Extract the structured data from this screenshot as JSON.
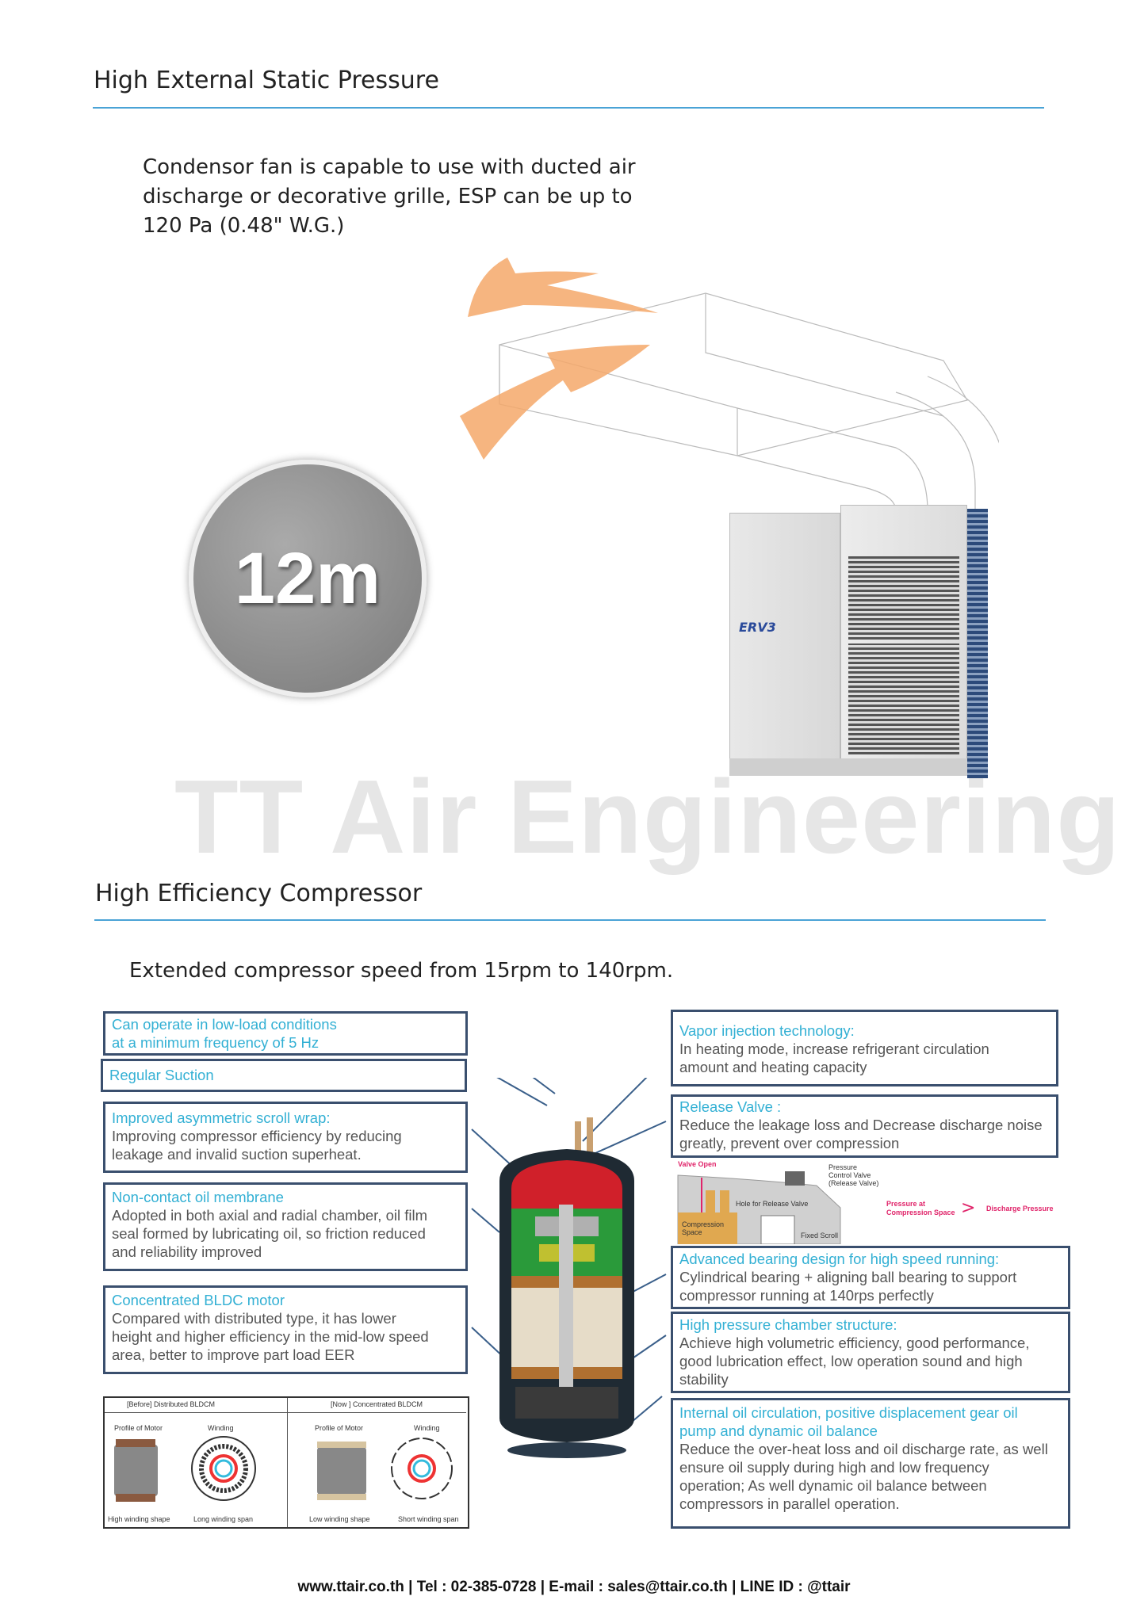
{
  "section1": {
    "title": "High External Static Pressure",
    "intro_lines": [
      "Condensor fan is capable to use with ducted air",
      "discharge or decorative grille, ESP can be up to",
      "120 Pa (0.48\" W.G.)"
    ],
    "badge": "12m",
    "unit_label": "ERV3"
  },
  "watermark": "TT Air Engineering",
  "section2": {
    "title": "High Efficiency Compressor",
    "intro": "Extended compressor speed from 15rpm to 140rpm.",
    "left_boxes": [
      {
        "title_lines": [
          "Can operate  in low-load conditions",
          "at a minimum  frequency of 5 Hz"
        ],
        "body_lines": []
      },
      {
        "title_lines": [
          "Regular Suction"
        ],
        "body_lines": []
      },
      {
        "title_lines": [
          "Improved  asymmetric scroll wrap:"
        ],
        "body_lines": [
          "Improving  compressor efficiency by reducing",
          "leakage and invalid suction superheat."
        ]
      },
      {
        "title_lines": [
          "Non-contact oil membrane"
        ],
        "body_lines": [
          "Adopted  in both axial and radial chamber, oil film",
          "seal formed by lubricating oil, so friction reduced",
          "and reliability improved"
        ]
      },
      {
        "title_lines": [
          "Concentrated BLDC motor"
        ],
        "body_lines": [
          "Compared  with distributed type,  it has lower",
          "height and higher efficiency in the mid-low speed",
          "area, better to improve part load EER"
        ]
      }
    ],
    "right_boxes": [
      {
        "title_lines": [
          "Vapor injection technology:"
        ],
        "body_lines": [
          "In heating mode,  increase refrigerant circulation",
          "amount  and heating capacity"
        ]
      },
      {
        "title_lines": [
          "Release Valve :"
        ],
        "body_lines": [
          "Reduce the leakage loss and Decrease discharge noise",
          "greatly, prevent  over compression"
        ]
      },
      {
        "title_lines": [
          "Advanced bearing design for high speed running:"
        ],
        "body_lines": [
          "Cylindrical bearing + aligning ball bearing to support",
          "compressor running  at 140rps perfectly"
        ]
      },
      {
        "title_lines": [
          "High pressure chamber structure:"
        ],
        "body_lines": [
          "Achieve high volumetric  efficiency, good performance,",
          "good lubrication effect, low operation sound and high",
          "stability"
        ]
      },
      {
        "title_lines": [
          "Internal oil circulation, positive displacement gear oil",
          "pump  and dynamic  oil balance"
        ],
        "body_lines": [
          "Reduce the over-heat loss and oil discharge rate, as well",
          "ensure oil supply during  high and low frequency",
          "operation; As well dynamic oil balance between",
          "compressors in parallel operation."
        ]
      }
    ],
    "valve_diagram": {
      "valve_open": "Valve Open",
      "control_valve": [
        "Pressure",
        "Control Valve",
        "(Release Valve)"
      ],
      "hole": "Hole for Release Valve",
      "compression_space": [
        "Compression",
        "Space"
      ],
      "fixed_scroll": "Fixed Scroll",
      "pressure_at": [
        "Pressure at",
        "Compression Space"
      ],
      "greater": ">",
      "discharge": "Discharge Pressure"
    },
    "motor_table": {
      "before": "[Before] Distributed BLDCM",
      "now": "[Now   ] Concentrated BLDCM",
      "profile": "Profile of Motor",
      "winding": "Winding",
      "captions": [
        "High winding shape",
        "Long winding span",
        "Low winding shape",
        "Short winding span"
      ]
    }
  },
  "footer": "www.ttair.co.th | Tel : 02-385-0728 | E-mail : sales@ttair.co.th | LINE ID : @ttair",
  "colors": {
    "accent": "#4aa3d6",
    "box_title": "#33b0d4",
    "box_border": "#3a4f6e",
    "arrow": "#f4a86a"
  }
}
